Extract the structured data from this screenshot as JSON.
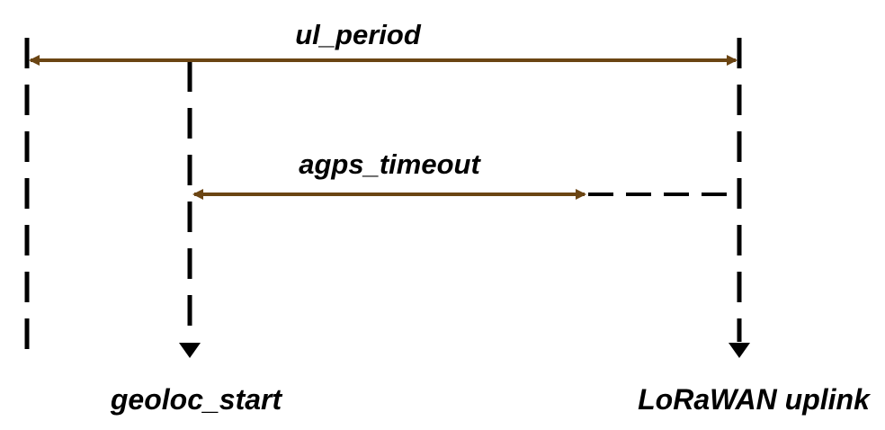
{
  "diagram": {
    "ul_period_label": "ul_period",
    "agps_timeout_label": "agps_timeout",
    "geoloc_start_label": "geoloc_start",
    "lorawan_uplink_label": "LoRaWAN uplink"
  },
  "colors": {
    "arrow": "#6B4513",
    "line": "#000000",
    "background": "#FFFFFF"
  }
}
